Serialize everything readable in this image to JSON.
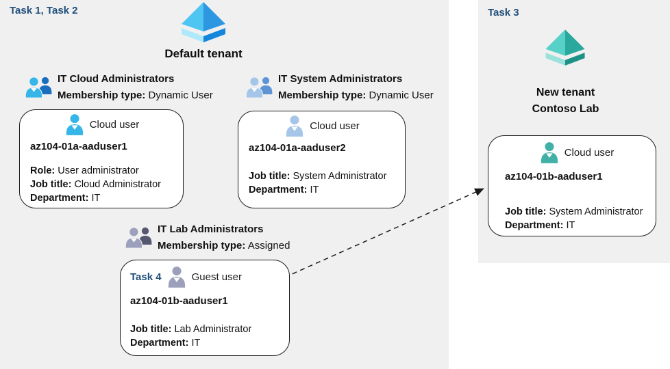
{
  "colors": {
    "task_label_blue": "#1f4e79",
    "panel_gray": "#f0f0f1",
    "card_border": "#1c1c1c",
    "person_cyan": "#35b5e8",
    "person_periwinkle": "#a5c6e9",
    "person_slate": "#9da0bb",
    "person_teal": "#41b1a8",
    "group_cyan_back": "#1a6ec0",
    "group_periwinkle_back": "#5e94d6",
    "group_slate_back": "#565872",
    "aad_blue_left": "#4fc5f2",
    "aad_blue_right": "#2d97e2",
    "aad_blue_base_left": "#aee8fa",
    "aad_blue_base_right": "#1487dc",
    "aad_teal_left": "#57d1c7",
    "aad_teal_right": "#2aa89d",
    "aad_teal_base_left": "#9ce2db",
    "aad_teal_base_right": "#1d9187"
  },
  "left_panel": {
    "task_label": "Task 1, Task 2",
    "tenant_name": "Default tenant",
    "groups": [
      {
        "title": "IT Cloud Administrators",
        "membership_label": "Membership type:",
        "membership_value": "Dynamic User"
      },
      {
        "title": "IT System Administrators",
        "membership_label": "Membership type:",
        "membership_value": "Dynamic User"
      },
      {
        "title": "IT Lab Administrators",
        "membership_label": "Membership type:",
        "membership_value": "Assigned"
      }
    ],
    "cards": [
      {
        "user_type": "Cloud user",
        "name": "az104-01a-aaduser1",
        "fields": [
          {
            "label": "Role:",
            "value": "User administrator"
          },
          {
            "label": "Job title:",
            "value": "Cloud Administrator"
          },
          {
            "label": "Department:",
            "value": "IT"
          }
        ]
      },
      {
        "user_type": "Cloud user",
        "name": "az104-01a-aaduser2",
        "fields": [
          {
            "label": "Job title:",
            "value": "System Administrator"
          },
          {
            "label": "Department:",
            "value": "IT"
          }
        ]
      },
      {
        "task_label": "Task 4",
        "user_type": "Guest user",
        "name": "az104-01b-aaduser1",
        "fields": [
          {
            "label": "Job title:",
            "value": "Lab Administrator"
          },
          {
            "label": "Department:",
            "value": "IT"
          }
        ]
      }
    ]
  },
  "right_panel": {
    "task_label": "Task 3",
    "tenant_name_line1": "New tenant",
    "tenant_name_line2": "Contoso Lab",
    "card": {
      "user_type": "Cloud user",
      "name": "az104-01b-aaduser1",
      "fields": [
        {
          "label": "Job title:",
          "value": "System Administrator"
        },
        {
          "label": "Department:",
          "value": "IT"
        }
      ]
    }
  }
}
